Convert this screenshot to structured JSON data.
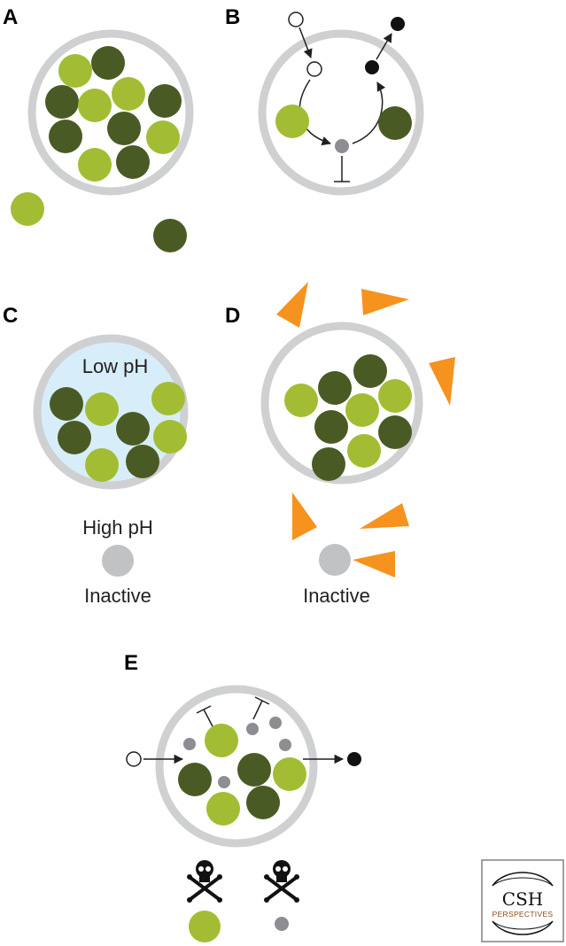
{
  "panels": {
    "a": {
      "letter": "A"
    },
    "b": {
      "letter": "B"
    },
    "c": {
      "letter": "C",
      "inner_label": "Low pH",
      "outer_label": "High pH",
      "state_label": "Inactive"
    },
    "d": {
      "letter": "D",
      "state_label": "Inactive"
    },
    "e": {
      "letter": "E"
    }
  },
  "logo": {
    "title": "CSH",
    "subtitle": "PERSPECTIVES"
  },
  "colors": {
    "membrane": "#cfd0d2",
    "light_green": "#a2bd34",
    "dark_green": "#4a5a24",
    "gray_molecule": "#8c8e91",
    "inactive_gray": "#c0c2c4",
    "acid_fill": "#d7eefa",
    "orange": "#f6921e",
    "black": "#111111"
  }
}
